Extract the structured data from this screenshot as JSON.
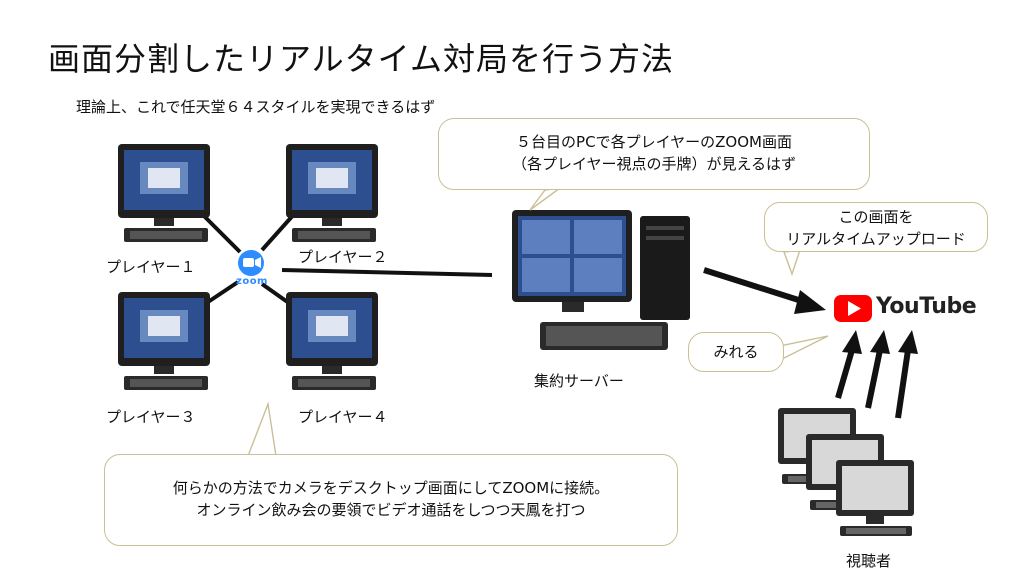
{
  "title": "画面分割したリアルタイム対局を行う方法",
  "subtitle": "理論上、これで任天堂６４スタイルを実現できるはず",
  "players": [
    {
      "label": "プレイヤー１"
    },
    {
      "label": "プレイヤー２"
    },
    {
      "label": "プレイヤー３"
    },
    {
      "label": "プレイヤー４"
    }
  ],
  "zoom_label": "zoom",
  "server_label": "集約サーバー",
  "viewers_label": "視聴者",
  "youtube_label": "YouTube",
  "callouts": {
    "server": {
      "line1": "５台目のPCで各プレイヤーのZOOM画面",
      "line2": "（各プレイヤー視点の手牌）が見えるはず"
    },
    "upload": {
      "line1": "この画面を",
      "line2": "リアルタイムアップロード"
    },
    "watch": {
      "line1": "みれる"
    },
    "bottom": {
      "line1": "何らかの方法でカメラをデスクトップ画面にしてZOOMに接続。",
      "line2": "オンライン飲み会の要領でビデオ通話をしつつ天鳳を打つ"
    }
  },
  "colors": {
    "youtube_red": "#ff0000",
    "zoom_blue": "#2d8cff",
    "callout_border": "#c9c098",
    "screen_blue": "#2e4f8f"
  },
  "icons": [
    "zoom-icon",
    "youtube-icon",
    "monitor-icon",
    "server-pc-icon",
    "viewer-pc-icon"
  ]
}
